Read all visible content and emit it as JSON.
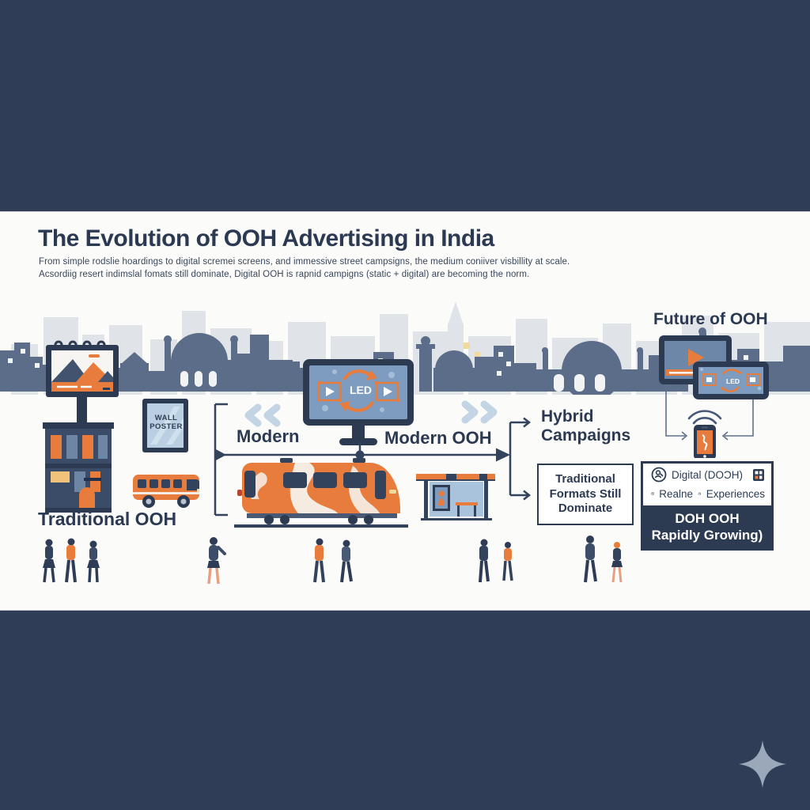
{
  "header": {
    "title": "The Evolution of OOH Advertising in India",
    "subtitle_line1": "From simple rodslie hoardings to digital scremei screens, and immessive street campsigns, the medium coniiver visbillity at scale.",
    "subtitle_line2": "Acsordiig resert indimslal fomats still dominate, Digital OOH is rapnid campigns (static + digital) are becoming the norm."
  },
  "stages": {
    "traditional_label": "Traditional OOH",
    "modern_label": "Modern",
    "modern_ooh_label": "Modern OOH",
    "hybrid_label": "Hybrid Campaigns",
    "future_label": "Future of OOH",
    "traditional_box": "Traditional Formats Still Dominate"
  },
  "illustrations": {
    "wall_poster_text": "WALL POSTER",
    "monitor_screen_text": "LED",
    "tablet_screen_text": "LED"
  },
  "future_panel": {
    "row1_text": "Digital (DOϽH)",
    "row2_text_a": "Realne",
    "row2_text_b": "Experiences",
    "footer_line1": "DOH OOH",
    "footer_line2": "Rapidly Growing)"
  },
  "icons": {
    "panel_row1_icon": "person-circle-icon",
    "panel_row1_right_icon": "qr-grid-icon",
    "panel_row2_icon": "funnel-circle-icon",
    "panel_row2_mid_icon": "sketch-experience-icon",
    "modern_left": "double-chevron-left-icon",
    "modern_right": "double-chevron-right-icon",
    "bottom_right_decor": "sparkle-icon"
  },
  "colors": {
    "background_navy": "#2f3e56",
    "band_white": "#fbfbf9",
    "ink_navy": "#2b3a52",
    "accent_orange": "#e87c3c",
    "screen_blue": "#7e9cbf",
    "glass_blue": "#bad0e2",
    "skyline_slate": "#5c6d89",
    "skyline_gray": "#e0e3e7",
    "chevron_blue": "#c3d4e4",
    "sparkle_gray": "#9aa8ba"
  }
}
